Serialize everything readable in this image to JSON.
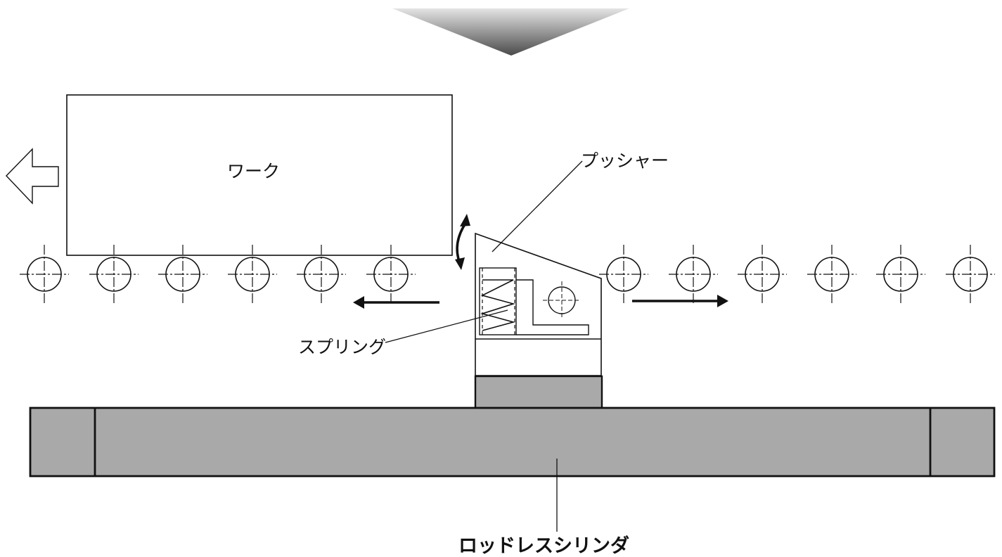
{
  "labels": {
    "work": "ワーク",
    "pusher": "プッシャー",
    "spring": "スプリング",
    "cylinder": "ロッドレスシリンダ"
  },
  "colors": {
    "line": "#111111",
    "fill_gray": "#a9a9a9",
    "gradient_top": "#e4e4e4",
    "gradient_bottom": "#4a4a4a"
  }
}
